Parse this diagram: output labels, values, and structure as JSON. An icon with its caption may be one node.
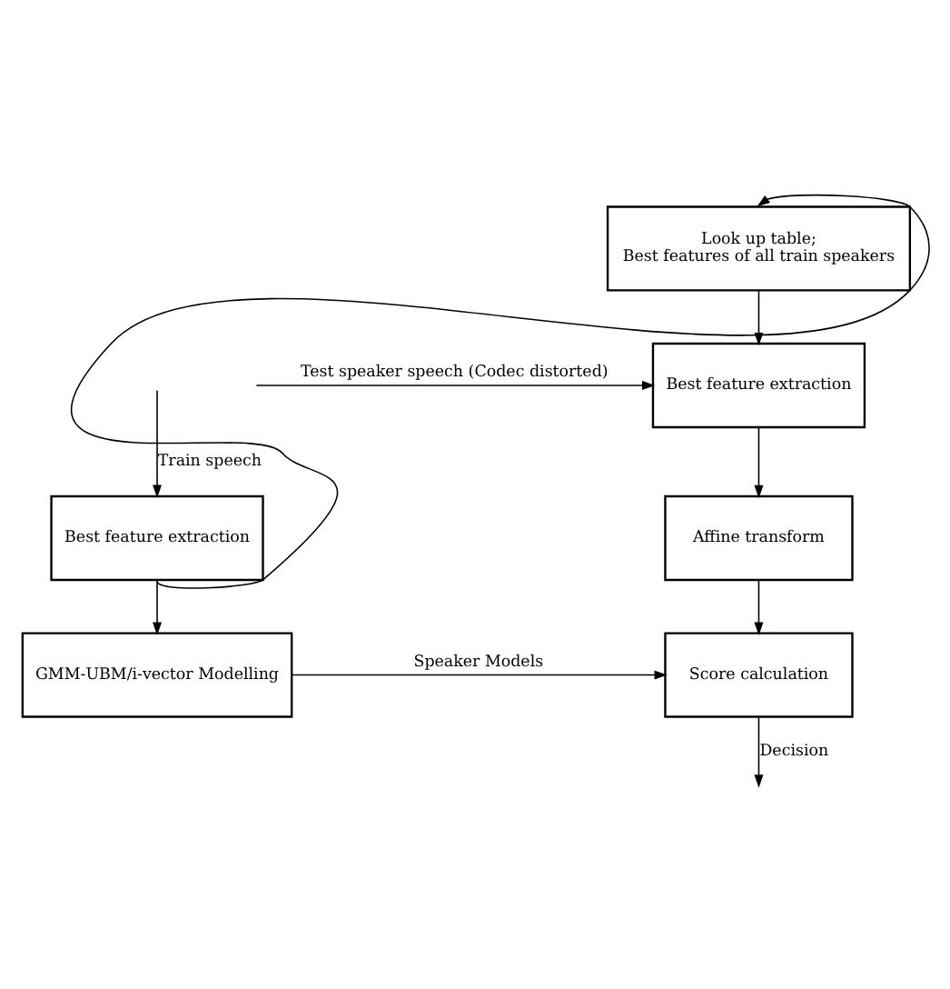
{
  "diagram": {
    "nodes": [
      {
        "text": [
          "Look up table;",
          "Best features of all train speakers"
        ]
      },
      {
        "text": [
          "Best feature extraction"
        ]
      },
      {
        "text": [
          "Affine transform"
        ]
      },
      {
        "text": [
          "Score calculation"
        ]
      },
      {
        "text": [
          "Best feature extraction"
        ]
      },
      {
        "text": [
          "GMM-UBM/i-vector Modelling"
        ]
      }
    ],
    "edges": [
      {
        "from": 0,
        "to": 1,
        "arrow": "to"
      },
      {
        "from": null,
        "to": 1,
        "arrow": "to",
        "label": "Test speaker speech (Codec distorted)"
      },
      {
        "from": 1,
        "to": 2,
        "arrow": "to"
      },
      {
        "from": 2,
        "to": 3,
        "arrow": "to"
      },
      {
        "from": null,
        "to": 4,
        "arrow": "to",
        "label": "Train speech"
      },
      {
        "from": 4,
        "to": 5,
        "arrow": "to"
      },
      {
        "from": 4,
        "to": 0,
        "arrow": "to"
      },
      {
        "from": 5,
        "to": 3,
        "arrow": "to",
        "label": "Speaker Models"
      },
      {
        "from": 3,
        "to": null,
        "arrow": "to",
        "label": "Decision"
      }
    ]
  }
}
